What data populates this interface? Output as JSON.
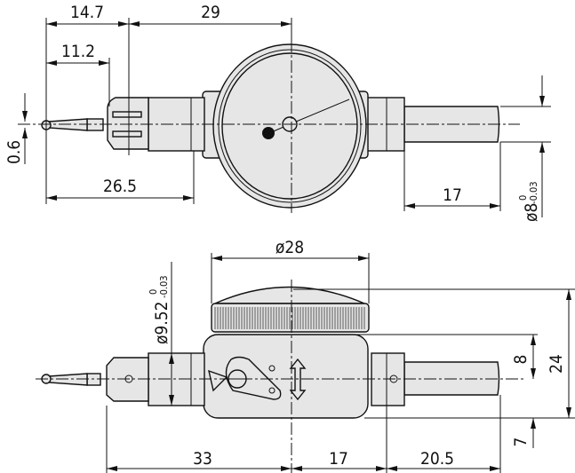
{
  "top_view": {
    "dims": {
      "d14_7": "14.7",
      "d29": "29",
      "d11_2": "11.2",
      "d0_6": "0.6",
      "d26_5": "26.5",
      "d17": "17",
      "stem_dia": "ø8",
      "stem_tol_upper": "0",
      "stem_tol_lower": "-0.03"
    }
  },
  "side_view": {
    "dims": {
      "dial_dia": "ø28",
      "nose_dia": "ø9.52",
      "nose_tol_upper": "0",
      "nose_tol_lower": "-0.03",
      "d8": "8",
      "d24": "24",
      "d7": "7",
      "d33": "33",
      "d17": "17",
      "d20_5": "20.5"
    }
  },
  "colors": {
    "body_fill": "#e6e6e6",
    "line": "#111111"
  }
}
